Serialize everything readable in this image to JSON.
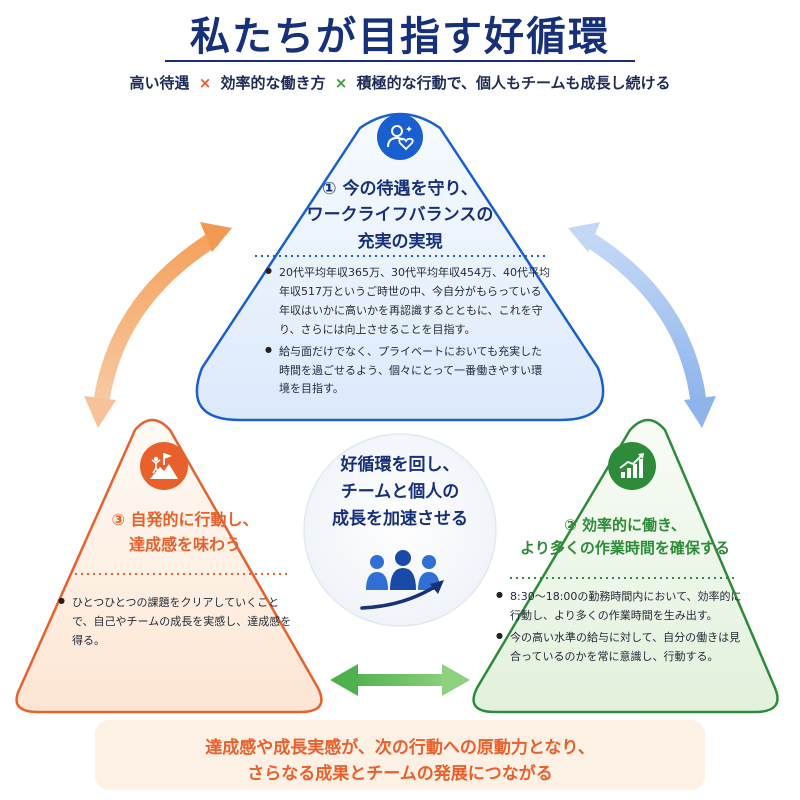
{
  "title": "私たちが目指す好循環",
  "subtitle": {
    "part1": "高い待遇",
    "sep1": "×",
    "part2": "効率的な働き方",
    "sep2": "×",
    "part3": "積極的な行動で、個人もチームも成長し続ける"
  },
  "cards": {
    "top": {
      "icon": "person-heart-icon",
      "heading_lines": [
        "① 今の待遇を守り、",
        "ワークライフバランスの",
        "充実の実現"
      ],
      "bullets": [
        "20代平均年収365万、30代平均年収454万、40代平均年収517万というご時世の中、今自分がもらっている年収はいかに高いかを再認識するとともに、これを守り、さらには向上させることを目指す。",
        "給与面だけでなく、プライベートにおいても充実した時間を過ごせるよう、個々にとって一番働きやすい環境を目指す。"
      ],
      "accent": "#1a5fd0"
    },
    "left": {
      "icon": "summit-flag-icon",
      "heading_lines": [
        "③ 自発的に行動し、",
        "達成感を味わう"
      ],
      "bullets": [
        "ひとつひとつの課題をクリアしていくことで、自己やチームの成長を実感し、達成感を得る。"
      ],
      "accent": "#e8602c"
    },
    "right": {
      "icon": "growth-chart-icon",
      "heading_lines": [
        "② 効率的に働き、",
        "より多くの作業時間を確保する"
      ],
      "bullets": [
        "8:30～18:00の勤務時間内において、効率的に行動し、より多くの作業時間を生み出す。",
        "今の高い水準の給与に対して、自分の働きは見合っているのかを常に意識し、行動する。"
      ],
      "accent": "#2e8b3a"
    }
  },
  "center": {
    "lines": [
      "好循環を回し、",
      "チームと個人の",
      "成長を加速させる"
    ],
    "icon": "team-growth-icon"
  },
  "conclusion": {
    "lines": [
      "達成感や成長実感が、次の行動への原動力となり、",
      "さらなる成果とチームの発展につながる"
    ]
  },
  "colors": {
    "navy": "#17307a",
    "blue": "#1a5fd0",
    "orange": "#e8602c",
    "green": "#2e8b3a"
  }
}
